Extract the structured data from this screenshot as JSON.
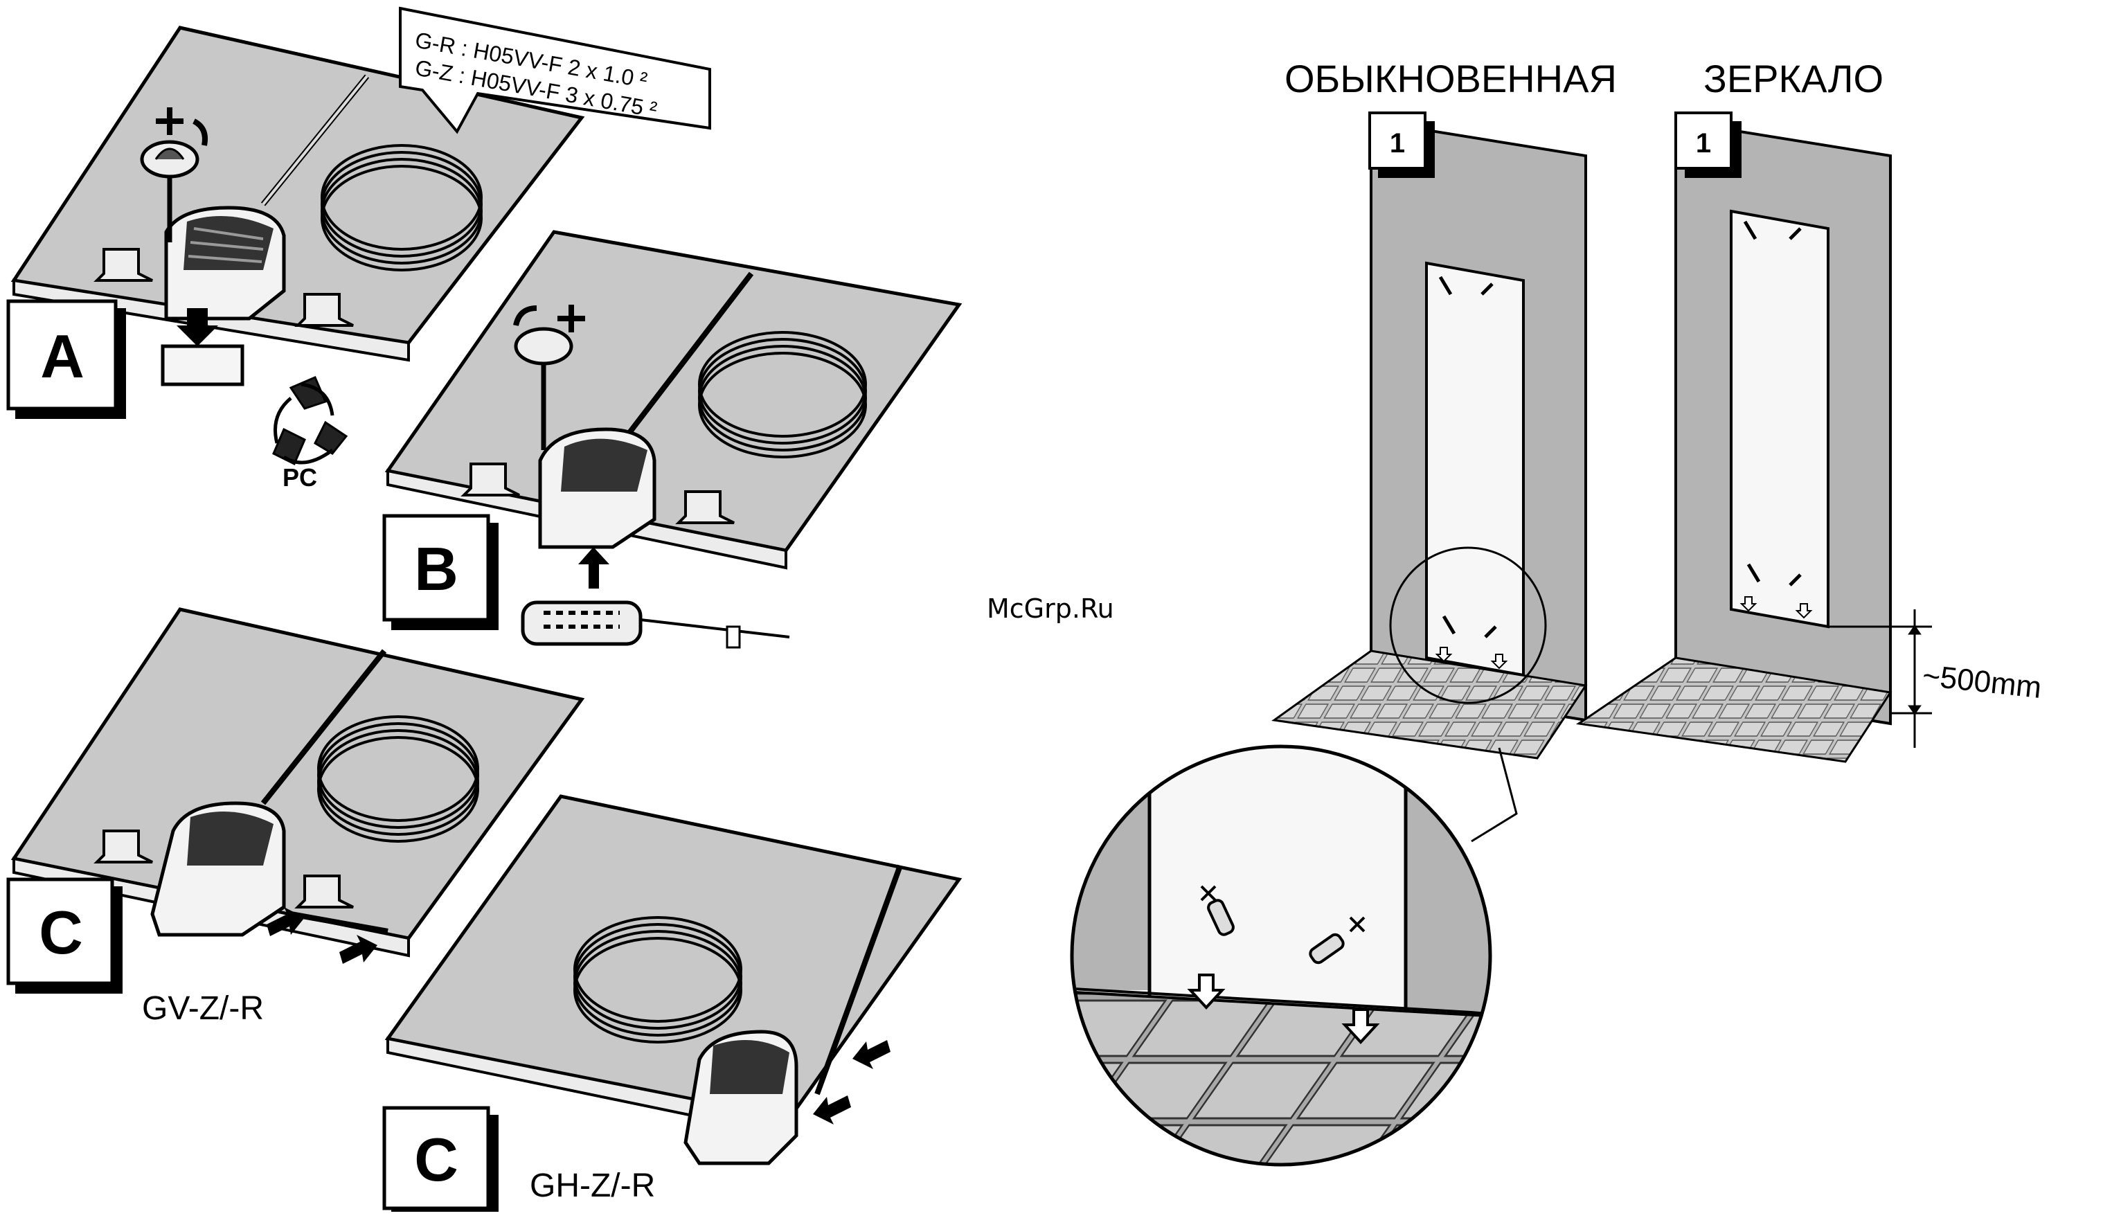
{
  "left_panel": {
    "cable_spec": {
      "line1": "G-R : H05VV-F 2 x 1.0 ²",
      "line2": "G-Z : H05VV-F 3 x 0.75 ²"
    },
    "step_a": {
      "letter": "A",
      "recycle_text": "PC"
    },
    "step_b": {
      "letter": "B"
    },
    "step_c1": {
      "letter": "C",
      "model": "GV-Z/-R"
    },
    "step_c2": {
      "letter": "C",
      "model": "GH-Z/-R"
    }
  },
  "right_panel": {
    "label_ordinary": "ОБЫКНОВЕННАЯ",
    "label_mirror": "ЗЕРКАЛО",
    "step_ordinary": "1",
    "step_mirror": "1",
    "dimension": "~500mm"
  },
  "watermark": "McGrp.Ru",
  "colors": {
    "panel_gray": "#c8c8c8",
    "wall_gray": "#b4b4b4",
    "heater_white": "#f7f7f7",
    "watermark_gray": "#444444"
  }
}
